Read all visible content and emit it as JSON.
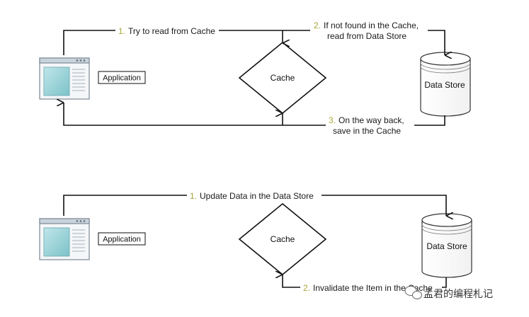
{
  "top": {
    "app_label": "Application",
    "cache_label": "Cache",
    "store_label": "Data Store",
    "step1_num": "1.",
    "step1_text": "Try to read from Cache",
    "step2_num": "2.",
    "step2_line1": "If not found in the Cache,",
    "step2_line2": "read from Data Store",
    "step3_num": "3.",
    "step3_line1": "On the way back,",
    "step3_line2": "save in the Cache"
  },
  "bottom": {
    "app_label": "Application",
    "cache_label": "Cache",
    "store_label": "Data Store",
    "step1_num": "1.",
    "step1_text": "Update Data in the Data Store",
    "step2_num": "2.",
    "step2_text": "Invalidate the Item in the Cache"
  },
  "watermark": {
    "text": "孟君的编程札记",
    "icon": "chat-bubble-icon"
  },
  "colors": {
    "step_number": "#a6a63a",
    "line": "#111111",
    "window_screen": "#8fcfd6"
  }
}
